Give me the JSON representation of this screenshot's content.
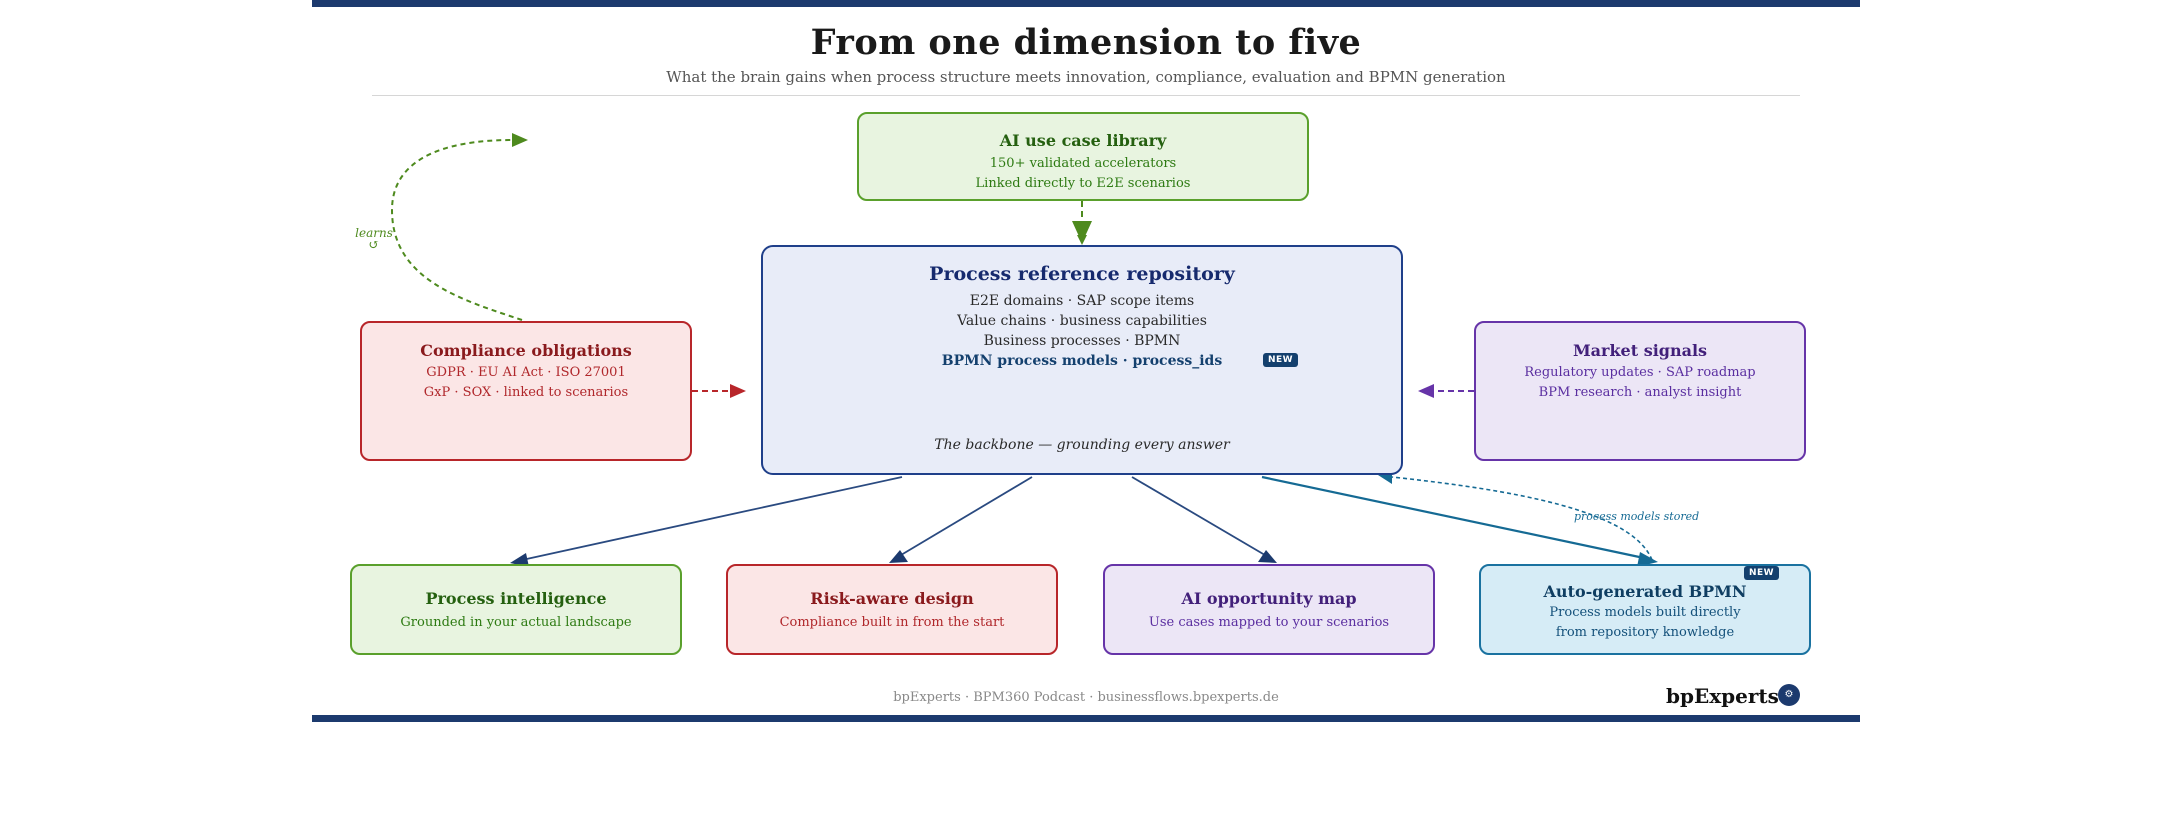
{
  "header": {
    "title": "From one dimension to five",
    "subtitle": "What the brain gains when process structure meets innovation, compliance, evaluation and BPMN generation"
  },
  "library": {
    "title": "AI use case library",
    "line1": "150+ validated accelerators",
    "line2": "Linked directly to E2E scenarios"
  },
  "core": {
    "title": "Process reference repository",
    "line1": "E2E domains · SAP scope items",
    "line2": "Value chains · business capabilities",
    "line3": "Business processes · BPMN",
    "line4": "BPMN process models · process_ids",
    "badge": "NEW",
    "tagline": "The backbone — grounding every answer"
  },
  "compliance": {
    "title": "Compliance obligations",
    "line1": "GDPR · EU AI Act · ISO 27001",
    "line2": "GxP · SOX · linked to scenarios"
  },
  "market": {
    "title": "Market signals",
    "line1": "Regulatory updates · SAP roadmap",
    "line2": "BPM research · analyst insight"
  },
  "outputs": {
    "intelligence": {
      "title": "Process intelligence",
      "line1": "Grounded in your actual landscape"
    },
    "risk": {
      "title": "Risk-aware design",
      "line1": "Compliance built in from the start"
    },
    "opportunity": {
      "title": "AI opportunity map",
      "line1": "Use cases mapped to your scenarios"
    },
    "bpmn": {
      "title": "Auto-generated BPMN",
      "line1": "Process models built directly",
      "line2": "from repository knowledge",
      "badge": "NEW"
    }
  },
  "annotations": {
    "learns": "learns",
    "learns_symbol": "↺",
    "stored": "process models stored"
  },
  "footer": {
    "text": "bpExperts · BPM360 Podcast · businessflows.bpexperts.de",
    "brand": "bpExperts",
    "brand_mark": "⚙"
  },
  "colors": {
    "navy": "#1c3a6e",
    "green": "#5aa02c",
    "red": "#b8262a",
    "purple": "#6634a8",
    "cyan": "#1a72a0"
  }
}
